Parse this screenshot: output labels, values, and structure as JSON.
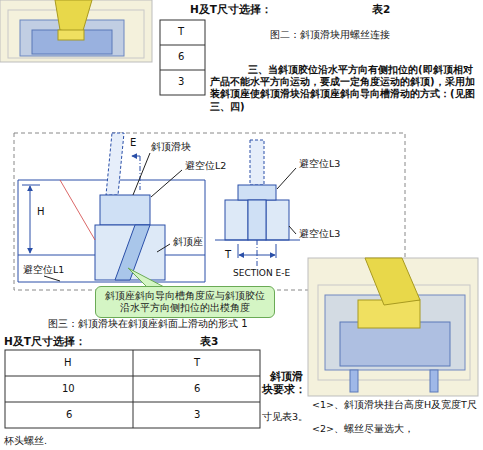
{
  "diagram": {
    "nodes": [
      {
        "text": [
          "斜顶座斜向导向槽角度应与斜顶胶位沿水平方向侧扣位的出模角度"
        ]
      }
    ],
    "labels": [
      "H及T尺寸选择：",
      "表2",
      "T",
      "6",
      "3",
      "图二：斜顶滑块用螺丝连接",
      "三、当斜顶胶位沿水平方向有侧扣位的(即斜顶相对产品不能水平方向运动，要成一定角度运动的斜顶)，采用加装斜顶座使斜顶滑块沿斜顶座斜向导向槽滑动的方式：(见图三、四)",
      "E",
      "斜顶滑块",
      "避空位L2",
      "H",
      "斜顶座",
      "避空位L1",
      "避空位L3",
      "T",
      "避空位L3",
      "SECTION E-E",
      "图三：斜顶滑块在斜顶座斜面上滑动的形式 1",
      "H及T尺寸选择：",
      "表3",
      "H",
      "T",
      "10",
      "6",
      "6",
      "3",
      "斜顶滑块要求：",
      "<1>、斜顶滑块挂台高度H及宽度T尺寸见表3。",
      "<2>、螺丝尽量选大，杯头螺丝."
    ]
  }
}
